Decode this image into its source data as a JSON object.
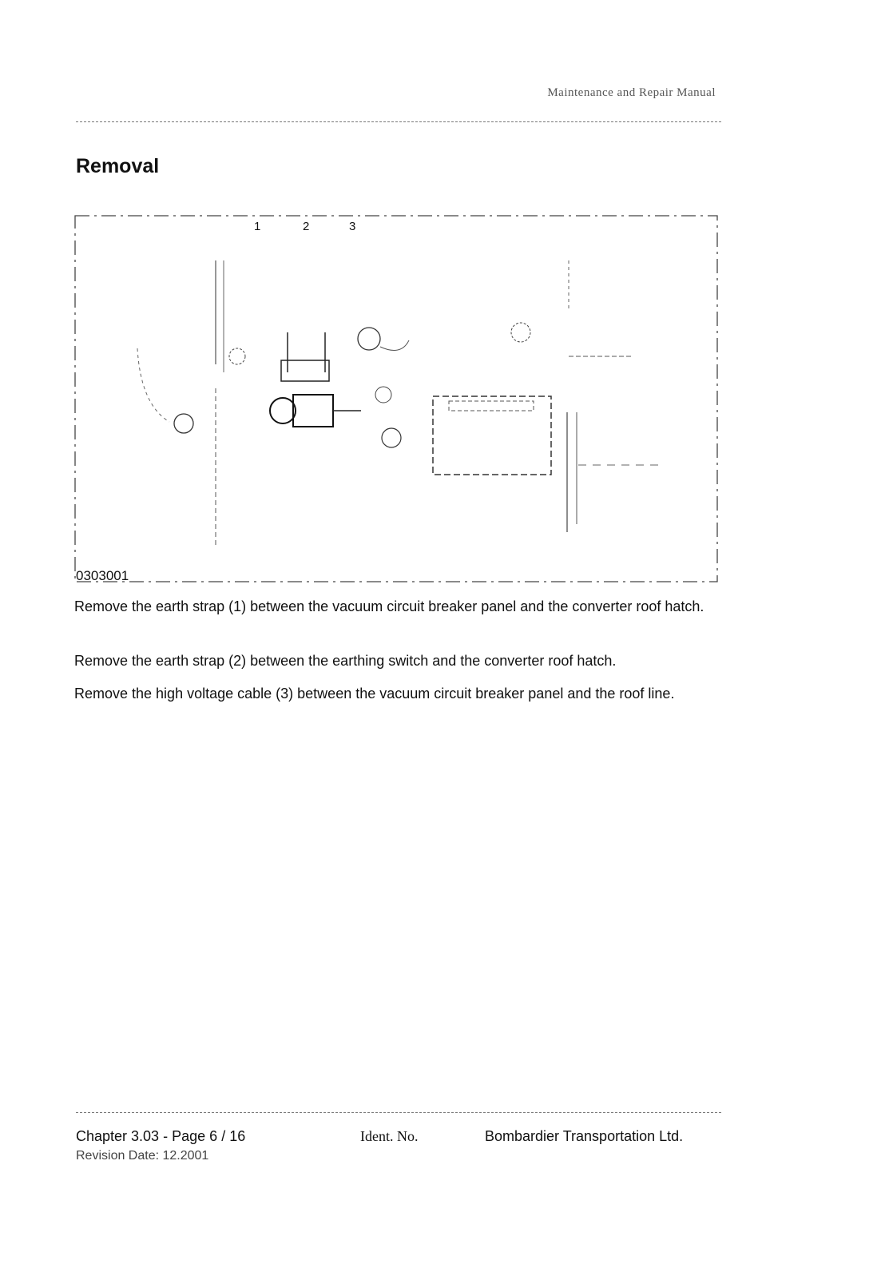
{
  "header": {
    "title": "Maintenance and Repair Manual"
  },
  "section": {
    "title": "Removal"
  },
  "figure": {
    "id": "0303001",
    "callouts": [
      "1",
      "2",
      "3"
    ]
  },
  "instructions": [
    "Remove the earth strap (1) between the vacuum circuit breaker panel and the converter roof hatch.",
    "Remove the earth strap (2) between the earthing switch and the converter roof hatch.",
    "Remove the high voltage cable (3) between the vacuum circuit breaker panel and the roof line."
  ],
  "footer": {
    "chapter": "Chapter 3.03",
    "page_label": "- Page",
    "page_num": "6",
    "page_sep": "/",
    "page_total": "16",
    "ident_label": "Ident. No.",
    "company": "Bombardier Transportation Ltd.",
    "revision": "Revision Date: 12.2001"
  }
}
